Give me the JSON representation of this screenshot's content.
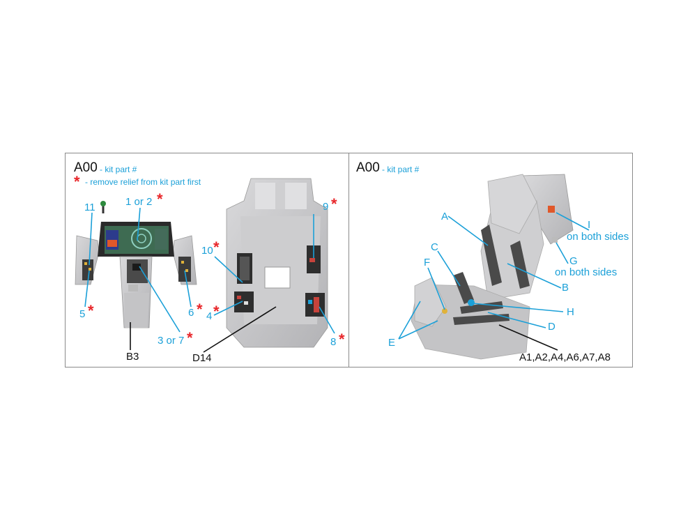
{
  "left_panel": {
    "title": "A00",
    "subtitle": "- kit part #",
    "note_star": "*",
    "note_text": "- remove relief from kit part first",
    "labels": {
      "l11": "11",
      "l1or2": "1 or 2",
      "l9": "9",
      "l10": "10",
      "l5": "5",
      "l6": "6",
      "l4": "4",
      "l3or7": "3 or 7",
      "l8": "8",
      "b3": "B3",
      "d14": "D14"
    }
  },
  "right_panel": {
    "title": "A00",
    "subtitle": "- kit part #",
    "labels": {
      "A": "A",
      "C": "C",
      "F": "F",
      "I": "I",
      "I_note": "on both sides",
      "G": "G",
      "G_note": "on both sides",
      "B": "B",
      "H": "H",
      "D": "D",
      "E": "E",
      "parts": "A1,A2,A4,A6,A7,A8"
    }
  },
  "colors": {
    "label_blue": "#1ba0d8",
    "star_red": "#e8262a",
    "part_grey": "#c9c9cb"
  }
}
